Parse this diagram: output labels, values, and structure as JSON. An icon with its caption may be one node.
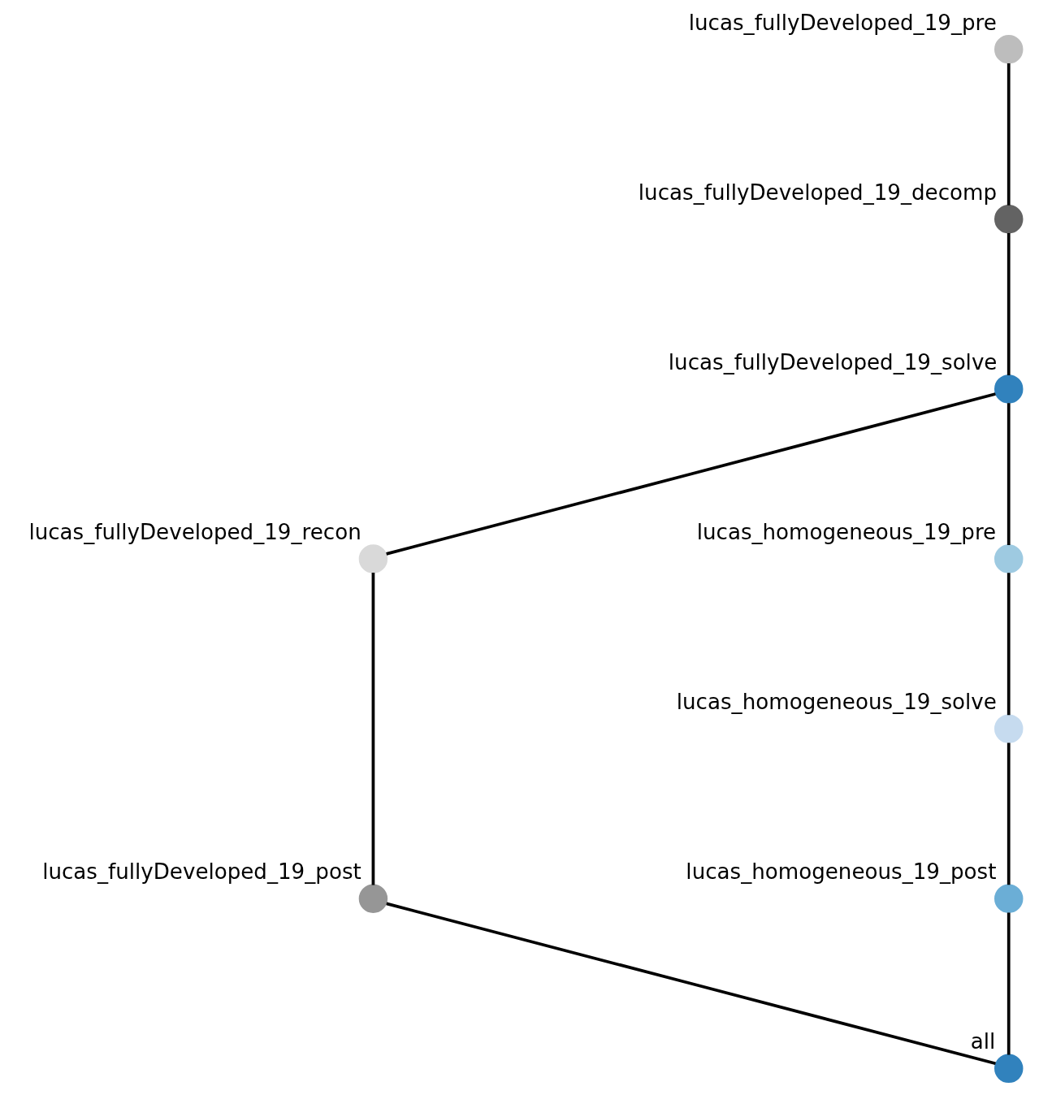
{
  "diagram": {
    "nodes": [
      {
        "text": [],
        "shape": "circle",
        "beside": [
          "lucas_fullyDeveloped_19_pre"
        ]
      },
      {
        "text": [],
        "shape": "circle",
        "beside": [
          "lucas_fullyDeveloped_19_decomp"
        ]
      },
      {
        "text": [],
        "shape": "circle",
        "beside": [
          "lucas_fullyDeveloped_19_solve"
        ]
      },
      {
        "text": [],
        "shape": "circle",
        "beside": [
          "lucas_homogeneous_19_pre"
        ]
      },
      {
        "text": [],
        "shape": "circle",
        "beside": [
          "lucas_fullyDeveloped_19_recon"
        ]
      },
      {
        "text": [],
        "shape": "circle",
        "beside": [
          "lucas_homogeneous_19_solve"
        ]
      },
      {
        "text": [],
        "shape": "circle",
        "beside": [
          "lucas_fullyDeveloped_19_post"
        ]
      },
      {
        "text": [],
        "shape": "circle",
        "beside": [
          "lucas_homogeneous_19_post"
        ]
      },
      {
        "text": [],
        "shape": "circle",
        "beside": [
          "all"
        ]
      }
    ],
    "edges": [
      {
        "from": 0,
        "to": 1,
        "arrow": "none"
      },
      {
        "from": 1,
        "to": 2,
        "arrow": "none"
      },
      {
        "from": 2,
        "to": 4,
        "arrow": "none"
      },
      {
        "from": 2,
        "to": 3,
        "arrow": "none"
      },
      {
        "from": 3,
        "to": 5,
        "arrow": "none"
      },
      {
        "from": 4,
        "to": 6,
        "arrow": "none"
      },
      {
        "from": 5,
        "to": 7,
        "arrow": "none"
      },
      {
        "from": 6,
        "to": 8,
        "arrow": "none"
      },
      {
        "from": 7,
        "to": 8,
        "arrow": "none"
      }
    ]
  }
}
